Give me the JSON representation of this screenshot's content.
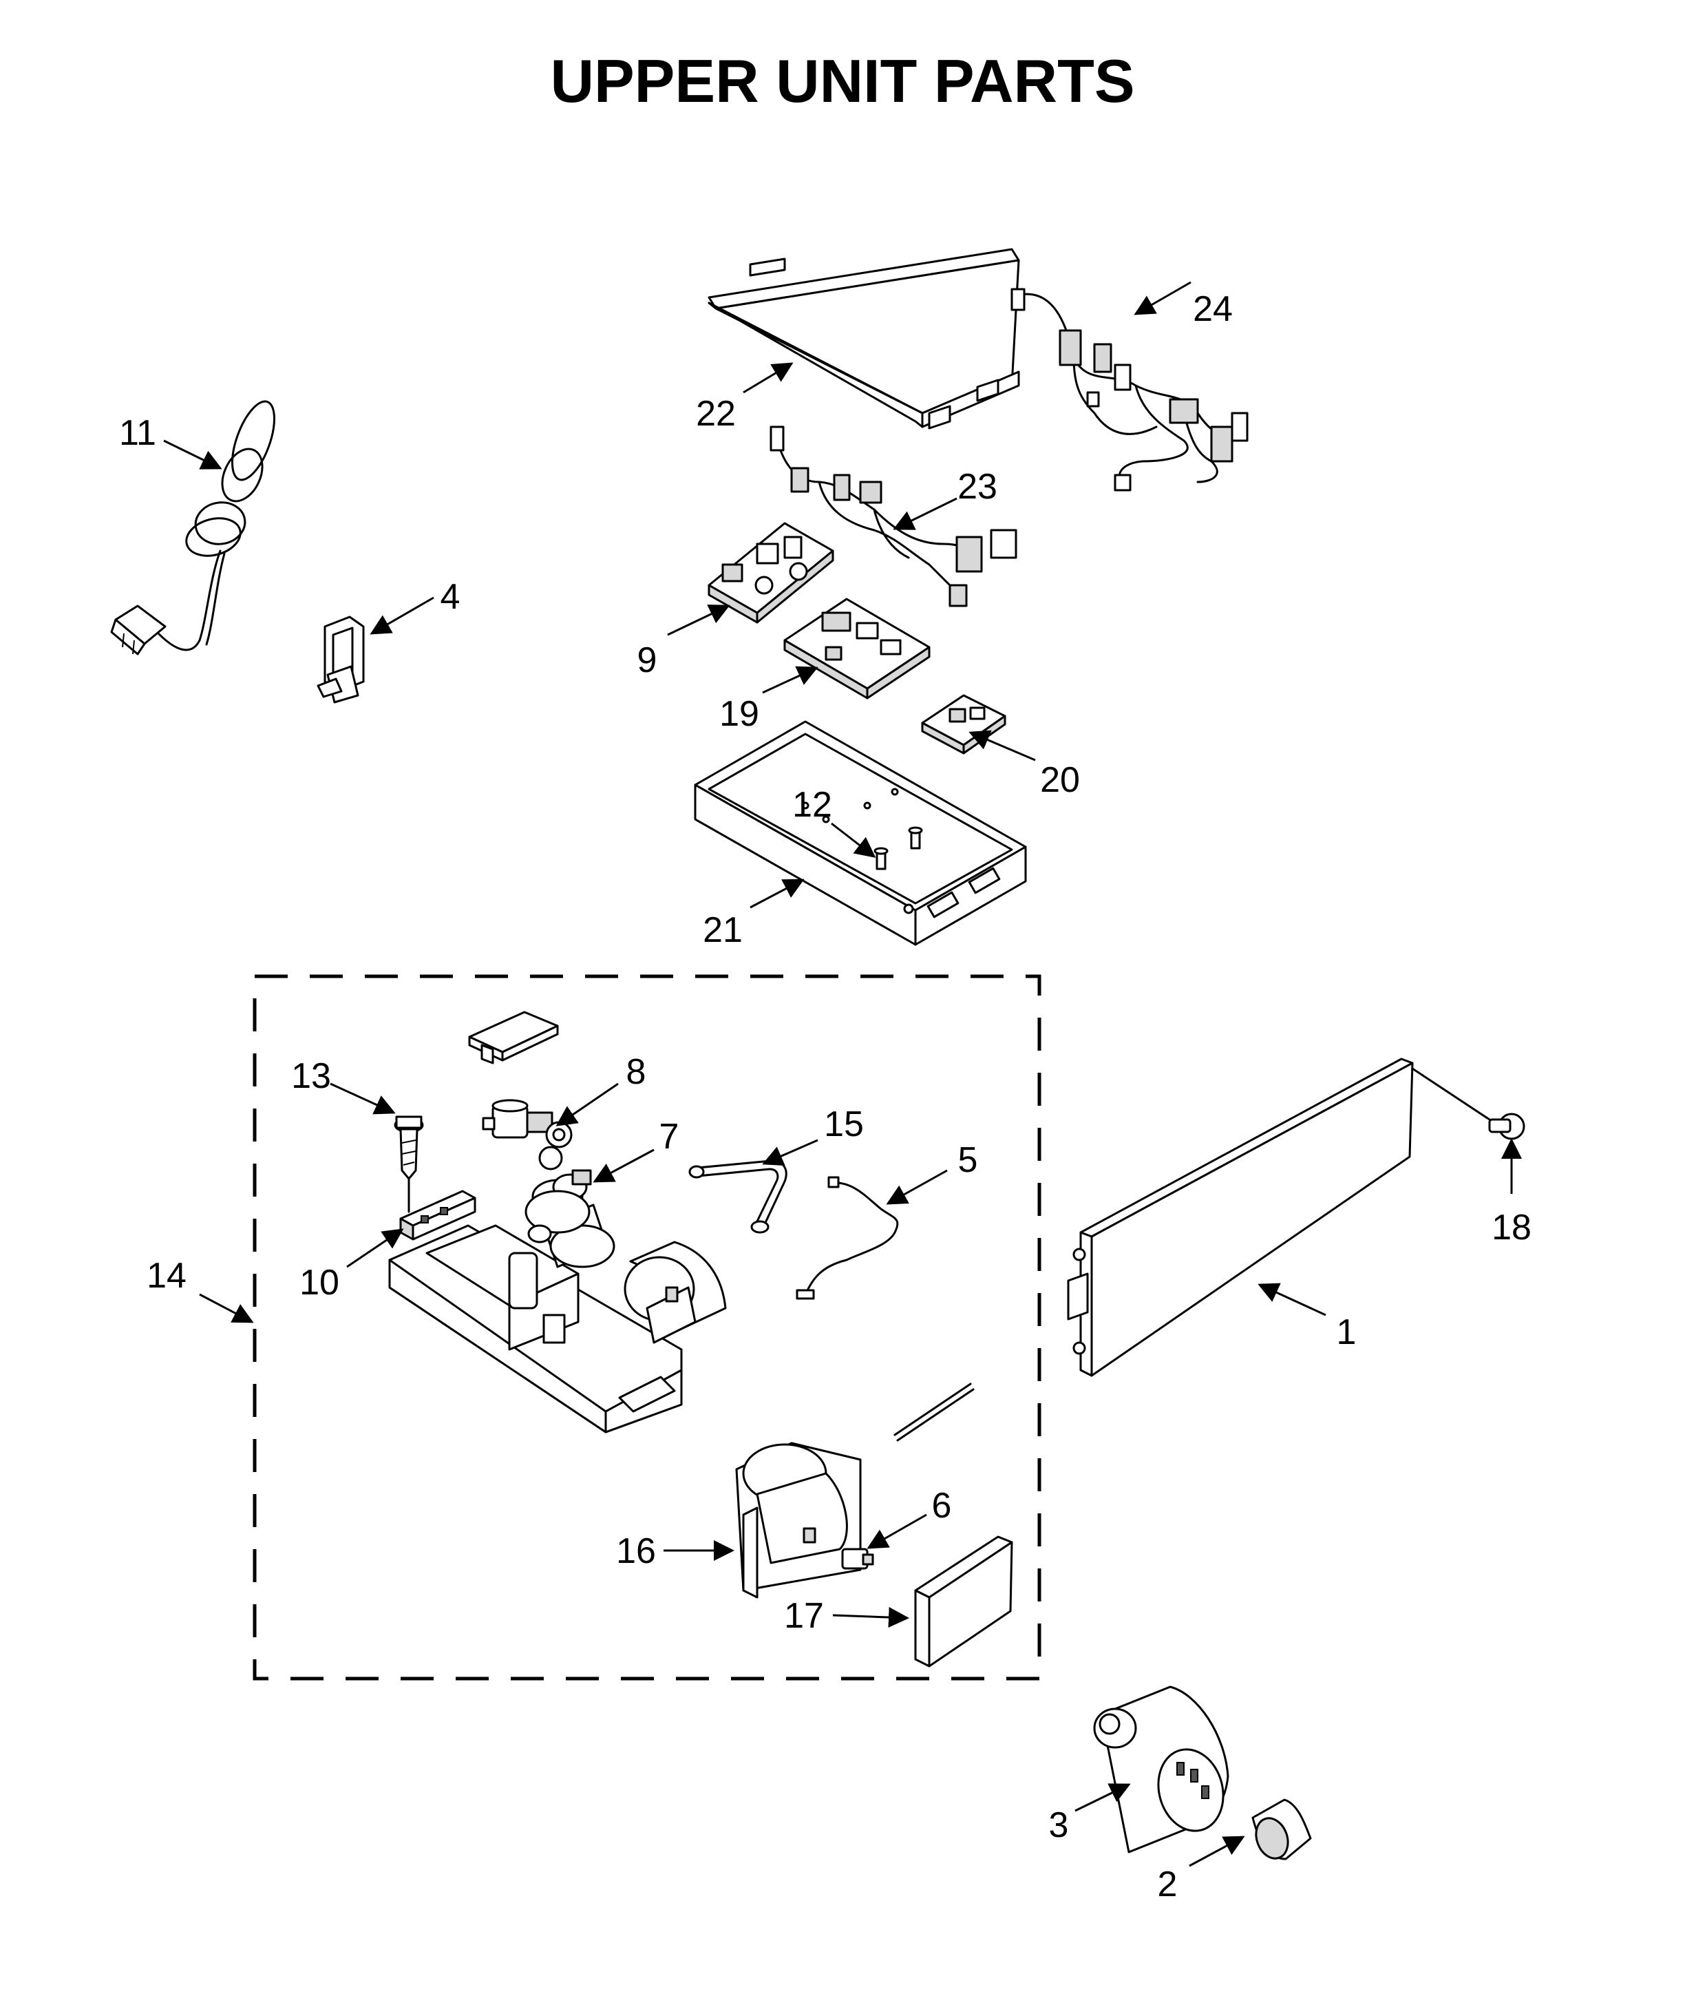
{
  "title": "UPPER UNIT PARTS",
  "callouts": {
    "c1": "1",
    "c2": "2",
    "c3": "3",
    "c4": "4",
    "c5": "5",
    "c6": "6",
    "c7": "7",
    "c8": "8",
    "c9": "9",
    "c10": "10",
    "c11": "11",
    "c12": "12",
    "c13": "13",
    "c14": "14",
    "c15": "15",
    "c16": "16",
    "c17": "17",
    "c18": "18",
    "c19": "19",
    "c20": "20",
    "c21": "21",
    "c22": "22",
    "c23": "23",
    "c24": "24"
  }
}
